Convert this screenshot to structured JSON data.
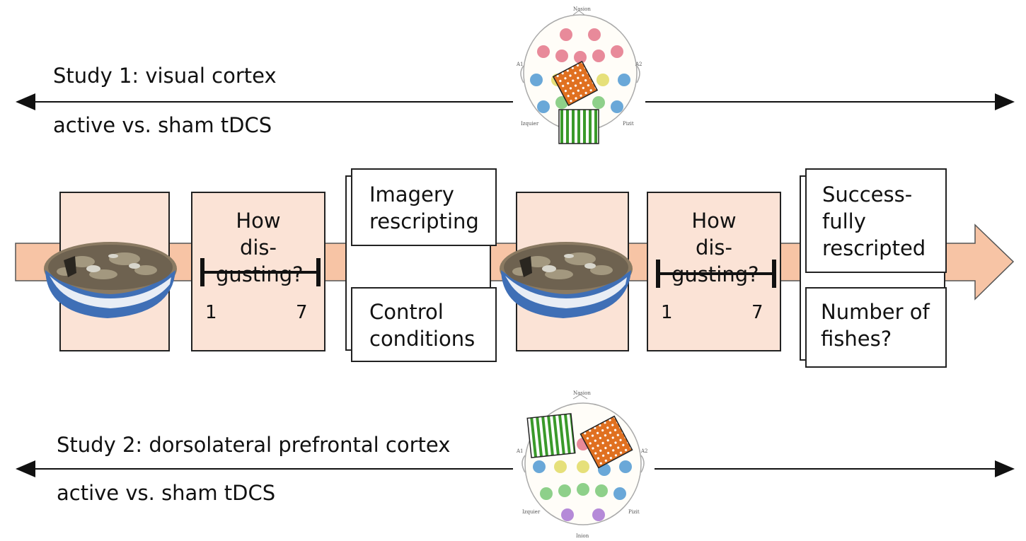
{
  "study1": {
    "title": "Study 1: visual cortex",
    "subtitle": "active vs. sham tDCS"
  },
  "study2": {
    "title": "Study 2: dorsolateral prefrontal cortex",
    "subtitle": "active vs. sham tDCS"
  },
  "rating": {
    "question_line1": "How dis-",
    "question_line2": "gusting?",
    "scale_min": "1",
    "scale_max": "7"
  },
  "conditions": {
    "top_line1": "Imagery",
    "top_line2": "rescripting",
    "bottom_line1": "Control",
    "bottom_line2": "conditions"
  },
  "outcomes": {
    "top_line1": "Success-",
    "top_line2": "fully",
    "top_line3": "rescripted",
    "bottom_line1": "Number of",
    "bottom_line2": "fishes?"
  },
  "eeg": {
    "nasion": "Nasion",
    "inion": "Inion",
    "left_ear": "A1",
    "right_ear": "A2",
    "left_low": "Izquier",
    "right_low": "Pizit"
  },
  "colors": {
    "timeline": "#f7c4a5",
    "panel": "#fbe3d6",
    "anode": "#e07020",
    "cathode": "#3a9a2a"
  }
}
